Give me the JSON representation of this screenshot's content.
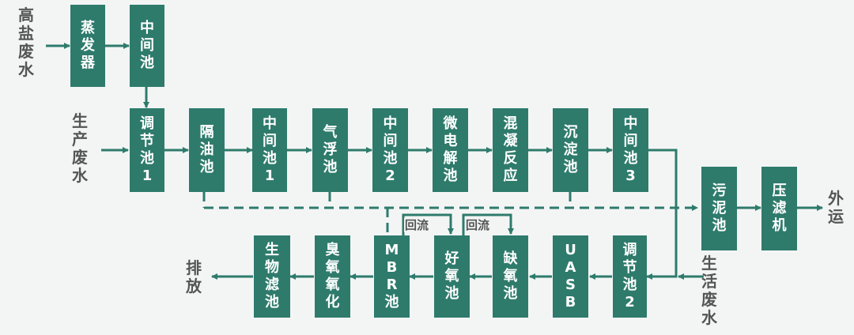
{
  "inputs": {
    "high_salt": "高盐废水",
    "production": "生产废水",
    "domestic": "生活废水"
  },
  "outputs": {
    "discharge": "排放",
    "haul_away": "外运"
  },
  "boxes": {
    "evaporator": "蒸发器",
    "mid_tank_top": "中间池",
    "adjust_tank_1": "调节池1",
    "oil_separator": "隔油池",
    "mid_tank_1": "中间池1",
    "air_flotation": "气浮池",
    "mid_tank_2": "中间池2",
    "micro_electrolysis": "微电解池",
    "coag_reaction": "混凝反应",
    "sediment_tank": "沉淀池",
    "mid_tank_3": "中间池3",
    "sludge_tank": "污泥池",
    "filter_press": "压滤机",
    "adjust_tank_2": "调节池2",
    "uasb": "UASB",
    "anoxic_tank": "缺氧池",
    "aerobic_tank": "好氧池",
    "mbr_tank": "MBR池",
    "ozonation": "臭氧氧化",
    "bio_filter": "生物滤池"
  },
  "tags": {
    "return_1": "回流",
    "return_2": "回流"
  },
  "colors": {
    "box": "#2e7b6c",
    "line": "#2e7b6c",
    "text": "#555555",
    "background": "#f3f5f5"
  }
}
